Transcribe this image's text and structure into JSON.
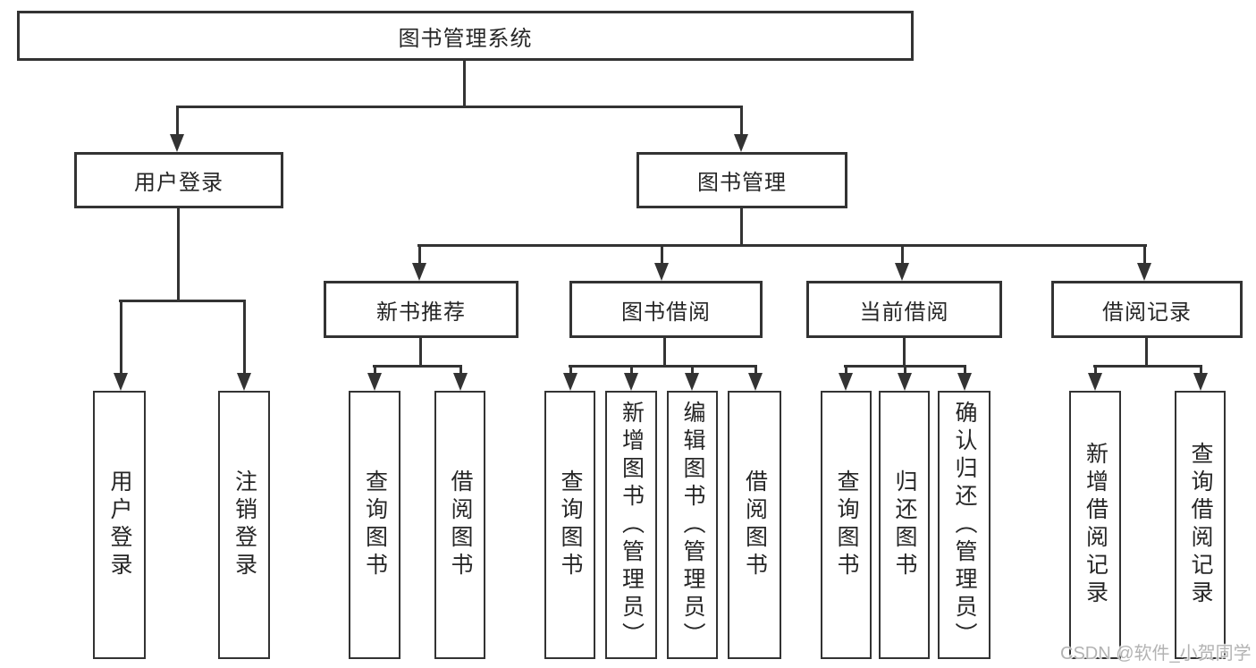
{
  "diagram": {
    "type": "tree",
    "colors": {
      "line": "#333333",
      "text": "#262626",
      "background": "#ffffff",
      "watermark": "#b3b3b3"
    },
    "root": {
      "label": "图书管理系统"
    },
    "level2": [
      {
        "id": "user_login",
        "label": "用户登录"
      },
      {
        "id": "book_mgmt",
        "label": "图书管理"
      }
    ],
    "level3": [
      {
        "id": "new_book",
        "label": "新书推荐",
        "parent": "图书管理"
      },
      {
        "id": "book_borrow",
        "label": "图书借阅",
        "parent": "图书管理"
      },
      {
        "id": "current_borrow",
        "label": "当前借阅",
        "parent": "图书管理"
      },
      {
        "id": "borrow_record",
        "label": "借阅记录",
        "parent": "图书管理"
      }
    ],
    "leaves": {
      "user_login": [
        {
          "label": "用户登录"
        },
        {
          "label": "注销登录"
        }
      ],
      "new_book": [
        {
          "label": "查询图书"
        },
        {
          "label": "借阅图书"
        }
      ],
      "book_borrow": [
        {
          "label": "查询图书"
        },
        {
          "label": "新增图书（管理员）"
        },
        {
          "label": "编辑图书（管理员）"
        },
        {
          "label": "借阅图书"
        }
      ],
      "current_borrow": [
        {
          "label": "查询图书"
        },
        {
          "label": "归还图书"
        },
        {
          "label": "确认归还（管理员）"
        }
      ],
      "borrow_record": [
        {
          "label": "新增借阅记录"
        },
        {
          "label": "查询借阅记录"
        }
      ]
    },
    "watermark": "CSDN @软件_小贺同学"
  }
}
